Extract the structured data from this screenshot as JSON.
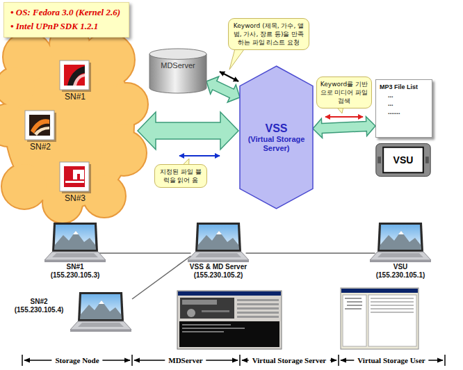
{
  "diagram": {
    "nodes": [
      {
        "text": [
          "• OS: Fedora 3.0 (Kernel 2.6)",
          "• Intel UPnP SDK 1.2.1"
        ]
      },
      {
        "text": [
          "SN#1"
        ]
      },
      {
        "text": [
          "SN#2"
        ]
      },
      {
        "text": [
          "SN#3"
        ]
      },
      {
        "text": [
          "MDServer"
        ]
      },
      {
        "text": [
          "Keyword (제목, 가수, 앨범, 가사, 장르 등)을 만족하는 파일 리스트 요청"
        ]
      },
      {
        "text": [
          "VSS",
          "(Virtual Storage Server)"
        ]
      },
      {
        "text": [
          "Keyword를 기반으로 미디어 파일 검색"
        ]
      },
      {
        "text": [
          "MP3 File List",
          "...",
          "...",
          "......."
        ]
      },
      {
        "text": [
          "VSU"
        ]
      },
      {
        "text": [
          "지정된 파일 블럭을 읽어 옴"
        ]
      },
      {
        "text": [
          "SN#1",
          "(155.230.105.3)"
        ]
      },
      {
        "text": [
          "SN#2",
          "(155.230.105.4)"
        ]
      },
      {
        "text": [
          "VSS & MD Server",
          "(155.230.105.2)"
        ]
      },
      {
        "text": [
          "VSU",
          "(155.230.105.1)"
        ]
      }
    ],
    "edges": [
      {
        "from": 4,
        "to": 6,
        "arrow": "both"
      },
      {
        "from": 6,
        "to": 8,
        "arrow": "both"
      },
      {
        "from": 11,
        "to": 13,
        "arrow": "none"
      },
      {
        "from": 12,
        "to": 13,
        "arrow": "none"
      },
      {
        "from": 13,
        "to": 14,
        "arrow": "none"
      }
    ],
    "labels": [
      "Storage Node",
      "MDServer",
      "Virtual Storage Server",
      "Virtual Storage User"
    ]
  }
}
